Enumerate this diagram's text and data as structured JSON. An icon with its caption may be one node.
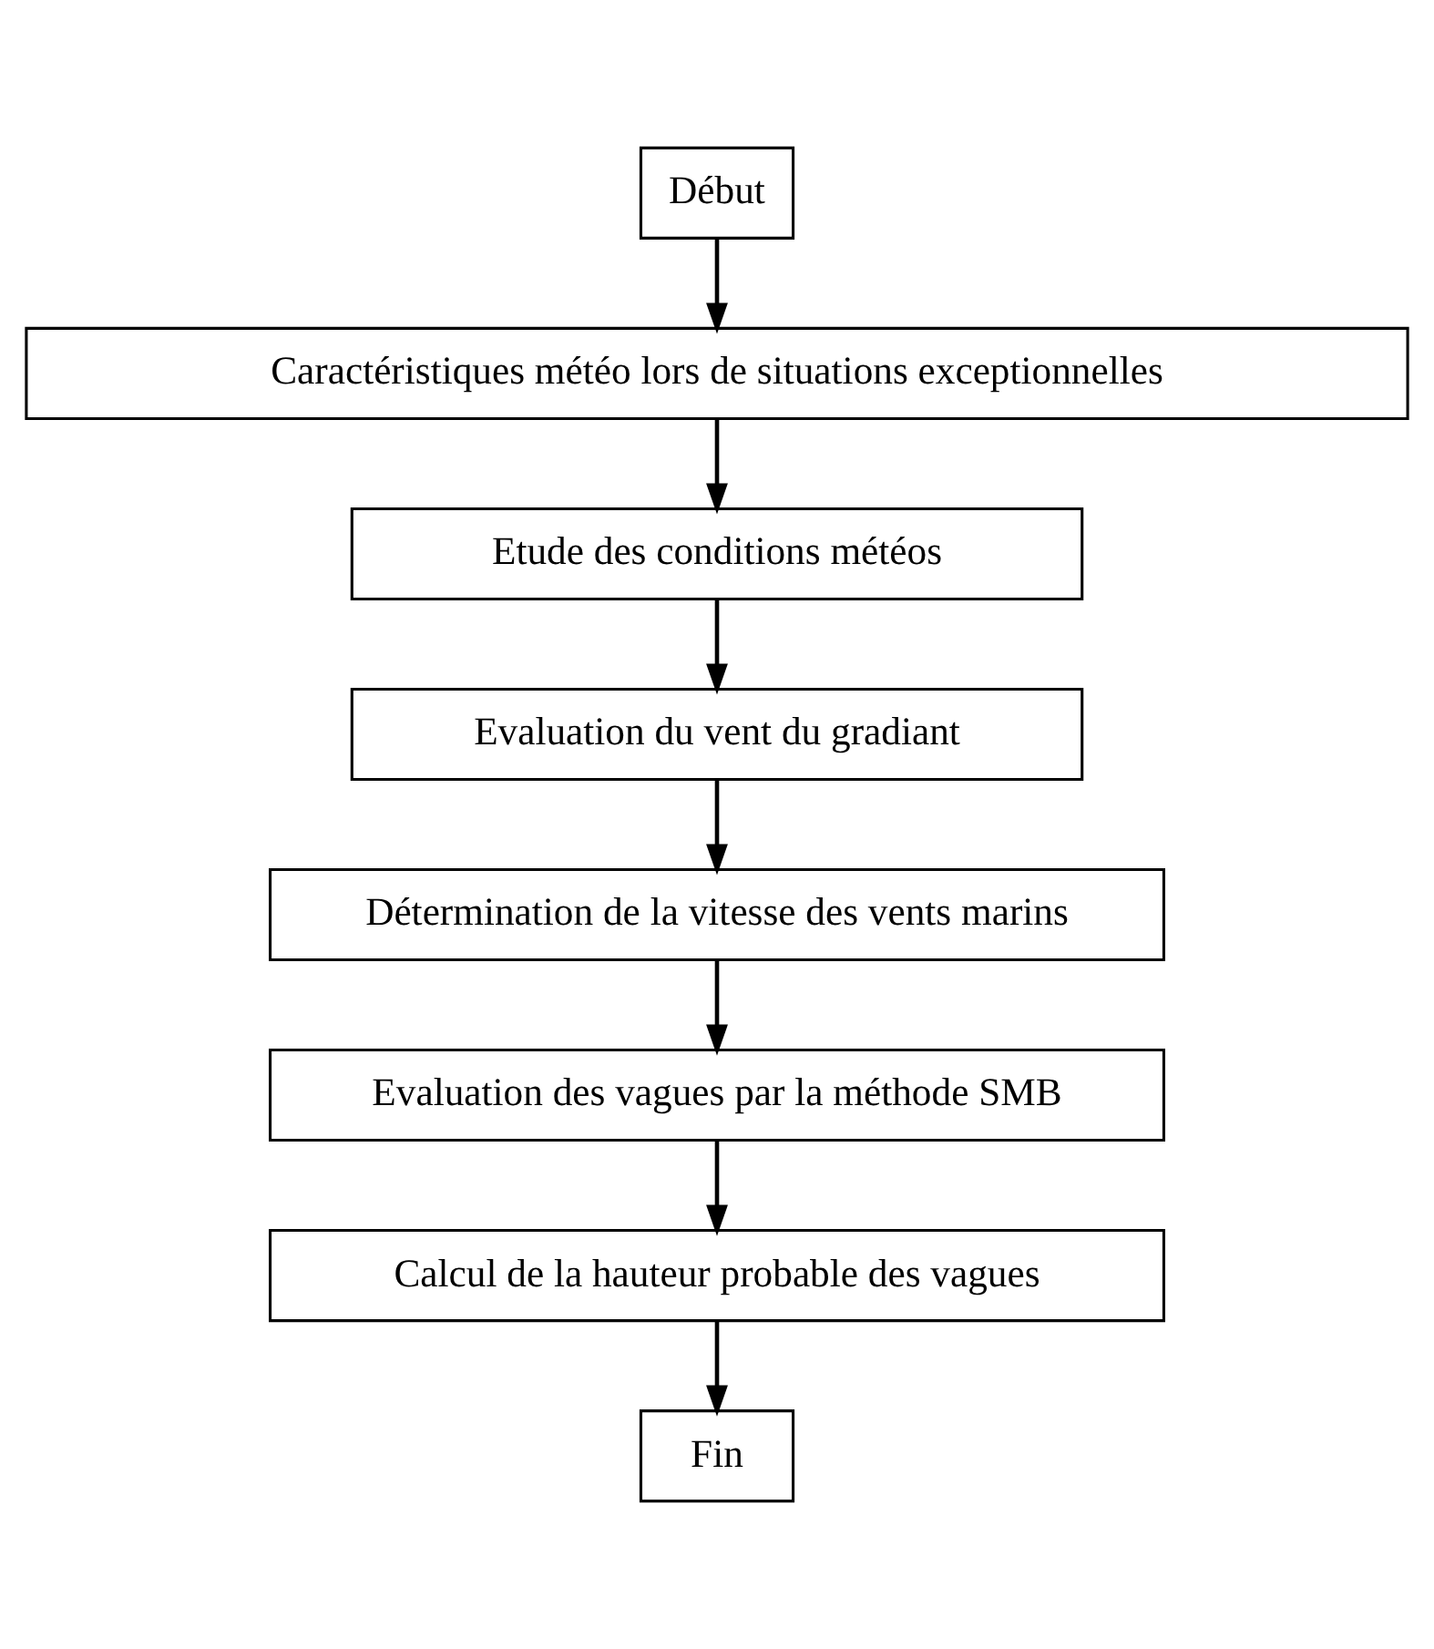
{
  "diagram": {
    "nodes": [
      {
        "text": [
          "Début"
        ]
      },
      {
        "text": [
          "Caractéristiques météo lors de situations exceptionnelles"
        ]
      },
      {
        "text": [
          "Etude des conditions météos"
        ]
      },
      {
        "text": [
          "Evaluation du vent du gradiant"
        ]
      },
      {
        "text": [
          "Détermination de la vitesse des vents marins"
        ]
      },
      {
        "text": [
          "Evaluation des vagues par la méthode SMB"
        ]
      },
      {
        "text": [
          "Calcul de la hauteur probable des vagues"
        ]
      },
      {
        "text": [
          "Fin"
        ]
      }
    ],
    "edges": [
      {
        "from": 0,
        "to": 1,
        "arrow": "to"
      },
      {
        "from": 1,
        "to": 2,
        "arrow": "to"
      },
      {
        "from": 2,
        "to": 3,
        "arrow": "to"
      },
      {
        "from": 3,
        "to": 4,
        "arrow": "to"
      },
      {
        "from": 4,
        "to": 5,
        "arrow": "to"
      },
      {
        "from": 5,
        "to": 6,
        "arrow": "to"
      },
      {
        "from": 6,
        "to": 7,
        "arrow": "to"
      }
    ]
  }
}
